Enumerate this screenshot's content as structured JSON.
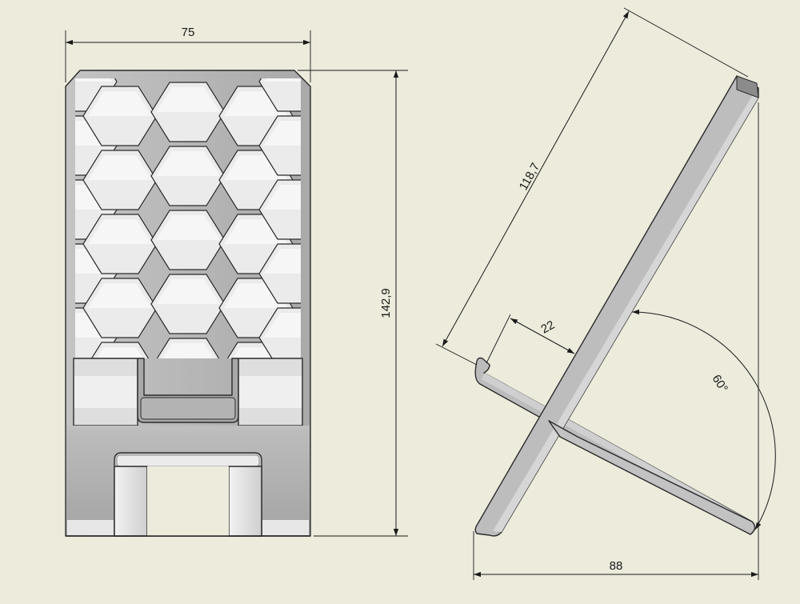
{
  "dimensions": {
    "front_width": "75",
    "front_height": "142,9",
    "side_slot_length": "118,7",
    "side_lip": "22",
    "side_angle": "60°",
    "side_base_width": "88"
  },
  "colors": {
    "background": "#ecebdc",
    "part_face": "#b9b9b9",
    "part_light": "#dcdcdc",
    "part_highlight": "#f1f1f1",
    "part_dark": "#8d8d8d",
    "line": "#1a1a1a"
  }
}
